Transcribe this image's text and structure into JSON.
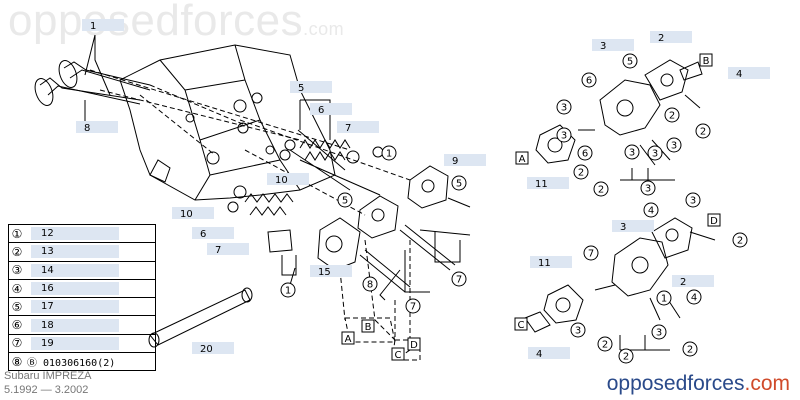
{
  "watermark": "opposedforces",
  "watermark_tld": ".com",
  "logo": {
    "text": "opposedforces",
    "tld": ".com"
  },
  "vehicle": {
    "model": "Subaru IMPREZA",
    "years": "5.1992 — 3.2002"
  },
  "legend": [
    {
      "symbol": "①",
      "ref": "12"
    },
    {
      "symbol": "②",
      "ref": "13"
    },
    {
      "symbol": "③",
      "ref": "14"
    },
    {
      "symbol": "④",
      "ref": "16"
    },
    {
      "symbol": "⑤",
      "ref": "17"
    },
    {
      "symbol": "⑥",
      "ref": "18"
    },
    {
      "symbol": "⑦",
      "ref": "19"
    },
    {
      "symbol": "⑧",
      "ref": "",
      "part_no": "Ⓑ 010306160(2)"
    }
  ],
  "ref_labels": [
    "1",
    "8",
    "5",
    "6",
    "7",
    "10",
    "10",
    "6",
    "7",
    "15",
    "9",
    "20",
    "3",
    "2",
    "4",
    "11",
    "3",
    "11",
    "2",
    "4"
  ],
  "circled_labels": [
    "3",
    "6",
    "5",
    "2",
    "3",
    "2",
    "3",
    "6",
    "5",
    "2",
    "3",
    "3",
    "2",
    "3",
    "3",
    "2",
    "2",
    "1",
    "1",
    "7",
    "7",
    "8",
    "5",
    "4",
    "7",
    "4",
    "3",
    "3",
    "2",
    "2",
    "1"
  ],
  "letter_labels": [
    "B",
    "A",
    "D",
    "C",
    "A",
    "B",
    "C",
    "D"
  ]
}
